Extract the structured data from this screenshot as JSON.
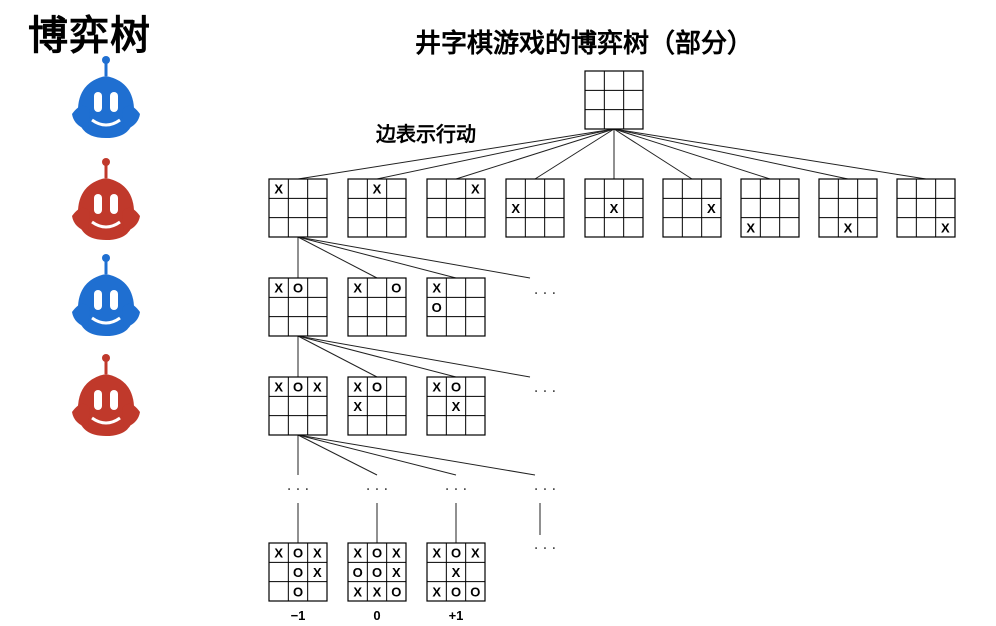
{
  "page": {
    "title": "博弈树",
    "diagram_title": "井字棋游戏的博弈树（部分）",
    "edge_label": "边表示行动"
  },
  "players": [
    {
      "name": "max-player",
      "color": "#1f6fd1"
    },
    {
      "name": "min-player",
      "color": "#c0392b"
    },
    {
      "name": "max-player",
      "color": "#1f6fd1"
    },
    {
      "name": "min-player",
      "color": "#c0392b"
    }
  ],
  "ellipsis": "· · ·",
  "tree": {
    "root": [
      "",
      "",
      "",
      "",
      "",
      "",
      "",
      "",
      ""
    ],
    "level1": [
      [
        "X",
        "",
        "",
        "",
        "",
        "",
        "",
        "",
        ""
      ],
      [
        "",
        "X",
        "",
        "",
        "",
        "",
        "",
        "",
        ""
      ],
      [
        "",
        "",
        "X",
        "",
        "",
        "",
        "",
        "",
        ""
      ],
      [
        "",
        "",
        "",
        "X",
        "",
        "",
        "",
        "",
        ""
      ],
      [
        "",
        "",
        "",
        "",
        "X",
        "",
        "",
        "",
        ""
      ],
      [
        "",
        "",
        "",
        "",
        "",
        "X",
        "",
        "",
        ""
      ],
      [
        "",
        "",
        "",
        "",
        "",
        "",
        "X",
        "",
        ""
      ],
      [
        "",
        "",
        "",
        "",
        "",
        "",
        "",
        "X",
        ""
      ],
      [
        "",
        "",
        "",
        "",
        "",
        "",
        "",
        "",
        "X"
      ]
    ],
    "level2": [
      [
        "X",
        "O",
        "",
        "",
        "",
        "",
        "",
        "",
        ""
      ],
      [
        "X",
        "",
        "O",
        "",
        "",
        "",
        "",
        "",
        ""
      ],
      [
        "X",
        "",
        "",
        "O",
        "",
        "",
        "",
        "",
        ""
      ]
    ],
    "level3": [
      [
        "X",
        "O",
        "X",
        "",
        "",
        "",
        "",
        "",
        ""
      ],
      [
        "X",
        "O",
        "",
        "X",
        "",
        "",
        "",
        "",
        ""
      ],
      [
        "X",
        "O",
        "",
        "",
        "X",
        "",
        "",
        "",
        ""
      ]
    ],
    "terminals": [
      {
        "board": [
          "X",
          "O",
          "X",
          "",
          "O",
          "X",
          "",
          "O",
          ""
        ],
        "score": "−1"
      },
      {
        "board": [
          "X",
          "O",
          "X",
          "O",
          "O",
          "X",
          "X",
          "X",
          "O"
        ],
        "score": "0"
      },
      {
        "board": [
          "X",
          "O",
          "X",
          "",
          "X",
          "",
          "X",
          "O",
          "O"
        ],
        "score": "+1"
      }
    ]
  }
}
